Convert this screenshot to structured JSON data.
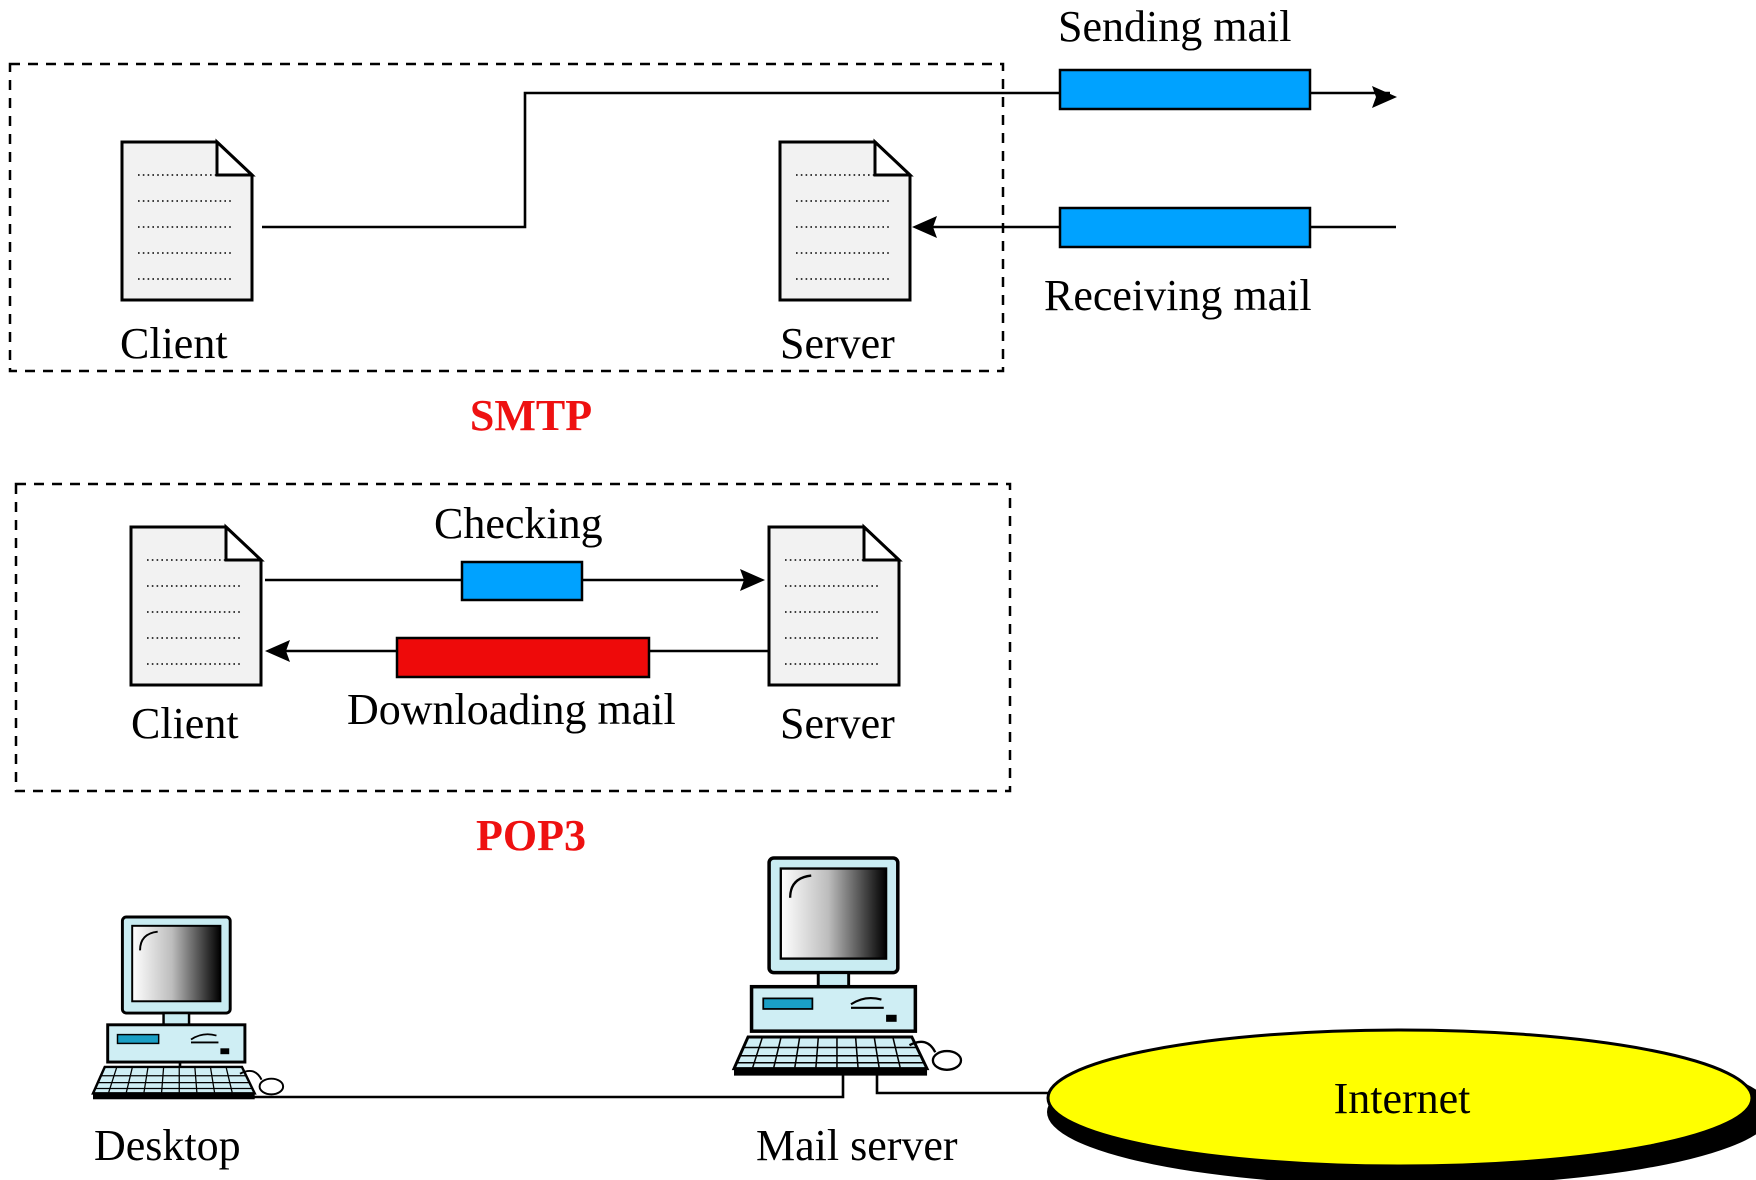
{
  "smtp": {
    "title": "SMTP",
    "client_label": "Client",
    "server_label": "Server",
    "sending_label": "Sending mail",
    "receiving_label": "Receiving mail"
  },
  "pop3": {
    "title": "POP3",
    "client_label": "Client",
    "server_label": "Server",
    "checking_label": "Checking",
    "downloading_label": "Downloading mail"
  },
  "network": {
    "desktop_label": "Desktop",
    "mail_server_label": "Mail server",
    "internet_label": "Internet"
  },
  "colors": {
    "protocol_title": "#ee1111",
    "message_blue": "#00a2ff",
    "message_red": "#ee0a0a",
    "internet_fill": "#ffff00",
    "monitor_frame": "#c9ecf2",
    "computer_case": "#cfeef4",
    "drive_slot": "#1a9fc5"
  }
}
